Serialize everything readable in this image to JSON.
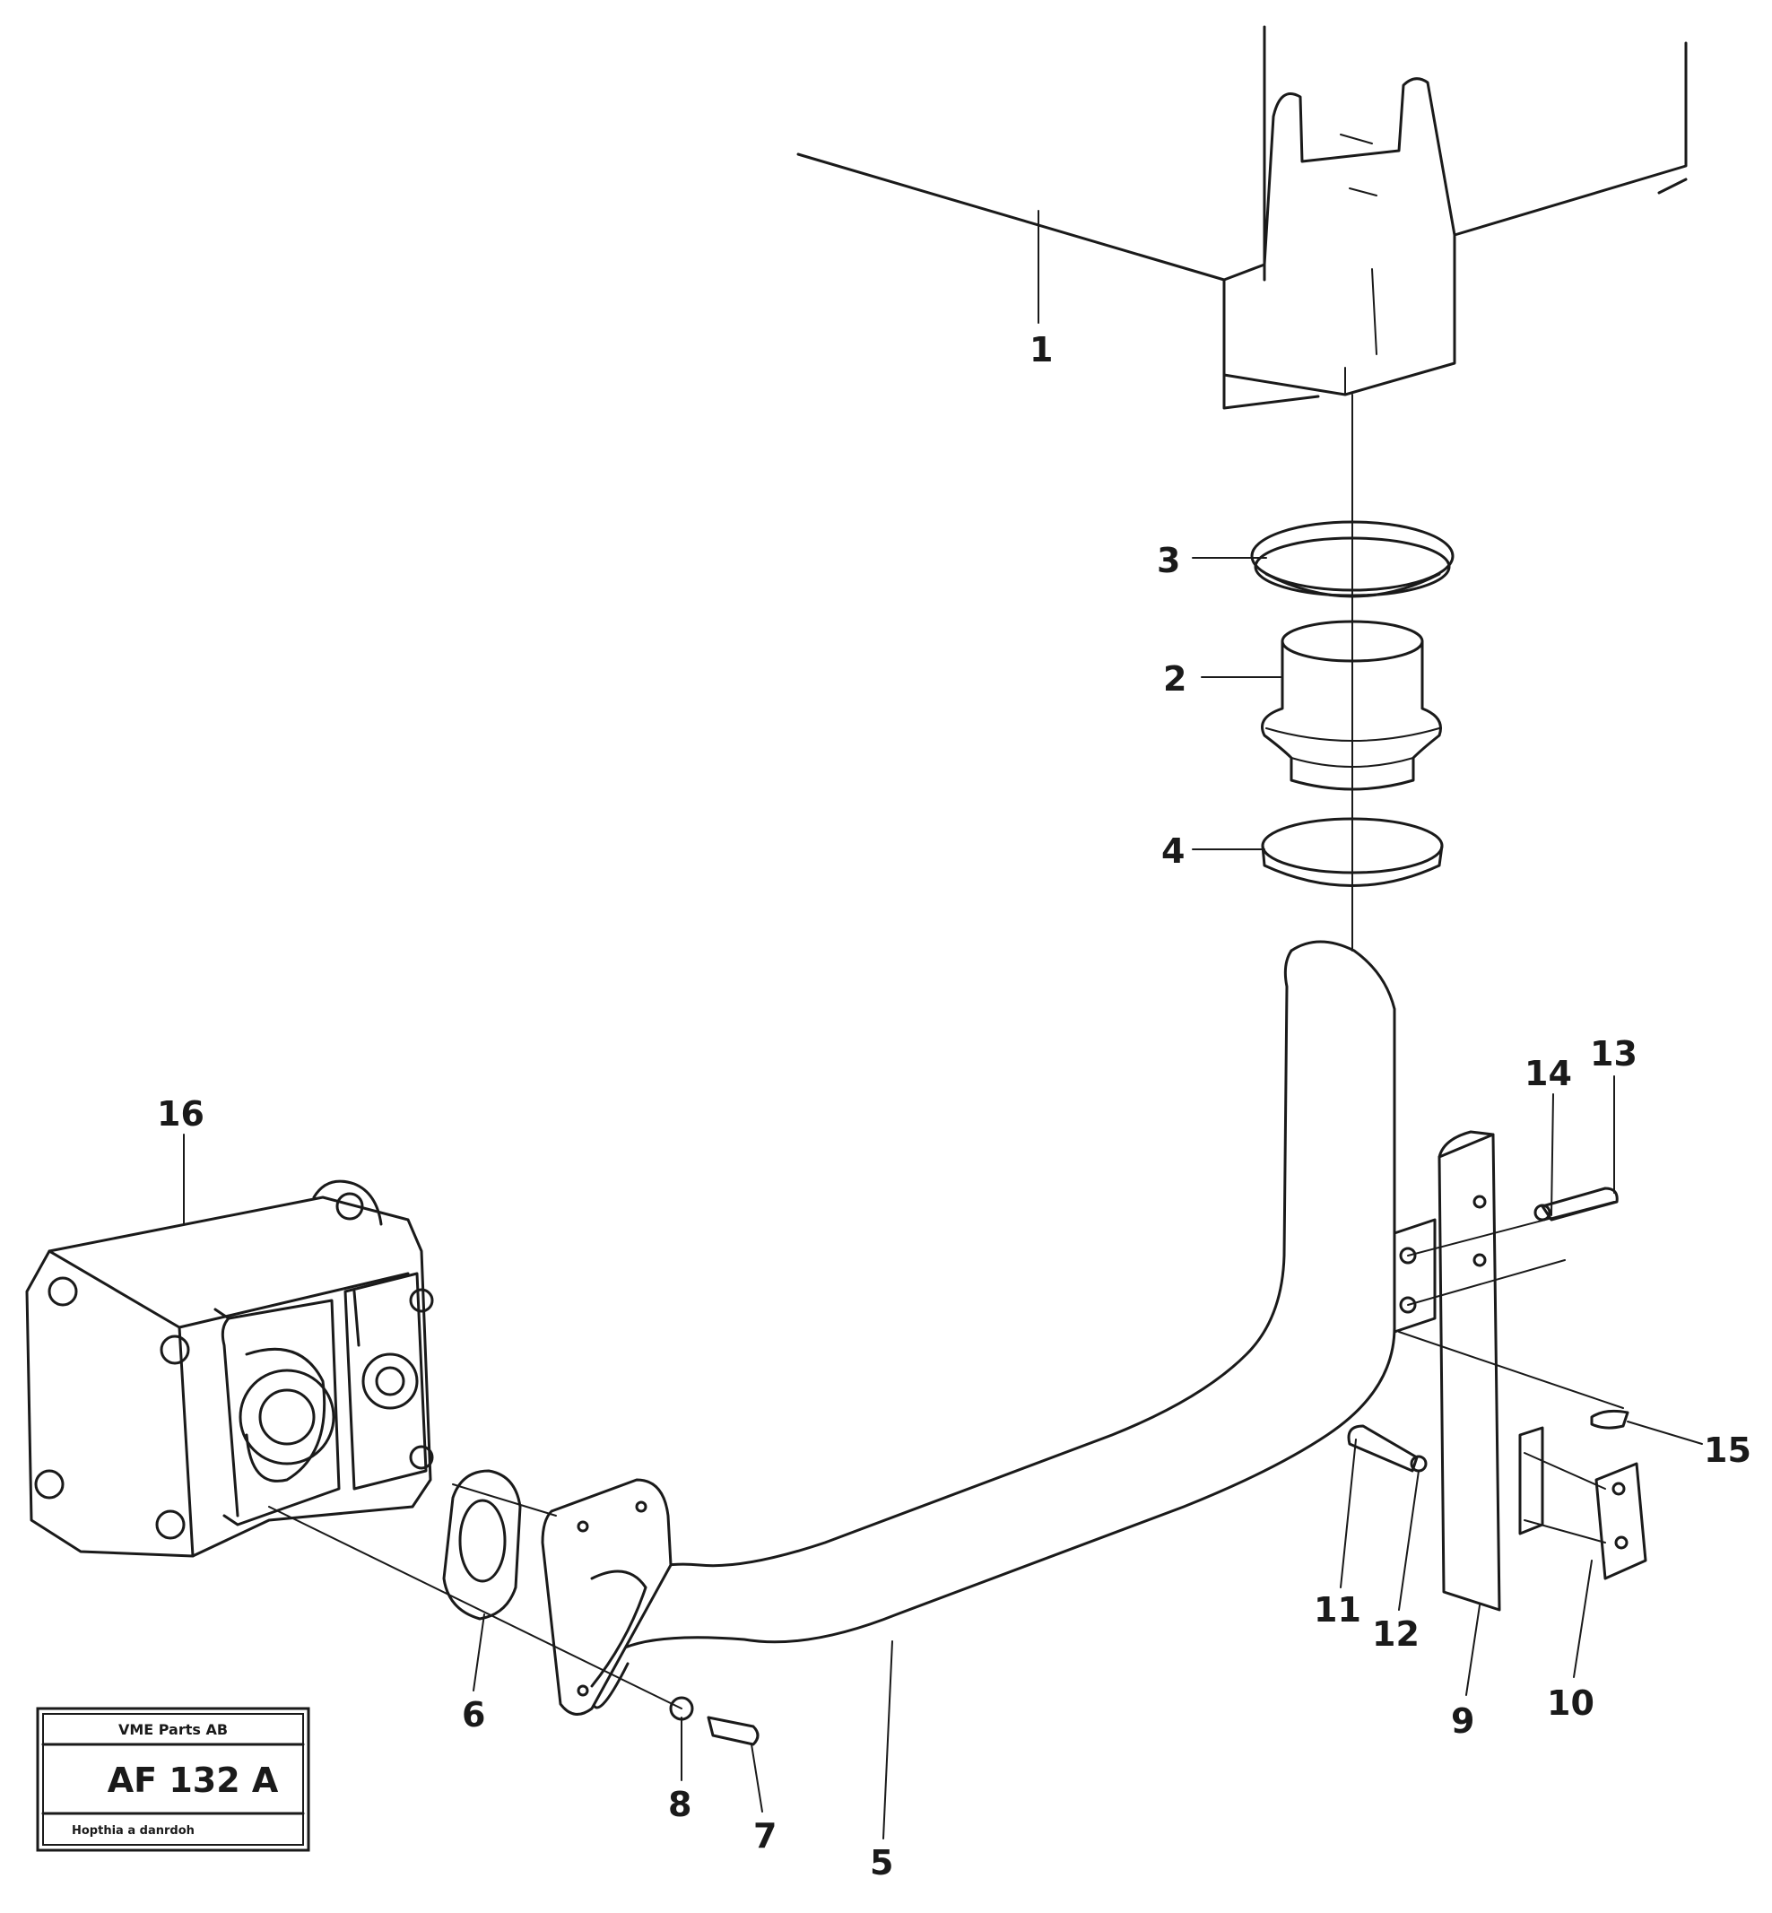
{
  "diagram": {
    "callouts": [
      "1",
      "2",
      "3",
      "4",
      "5",
      "6",
      "7",
      "8",
      "9",
      "10",
      "11",
      "12",
      "13",
      "14",
      "15",
      "16"
    ]
  },
  "title_block": {
    "company": "VME Parts AB",
    "drawing_number": "AF 132 A",
    "footnote": "Hopthia a danrdoh"
  }
}
